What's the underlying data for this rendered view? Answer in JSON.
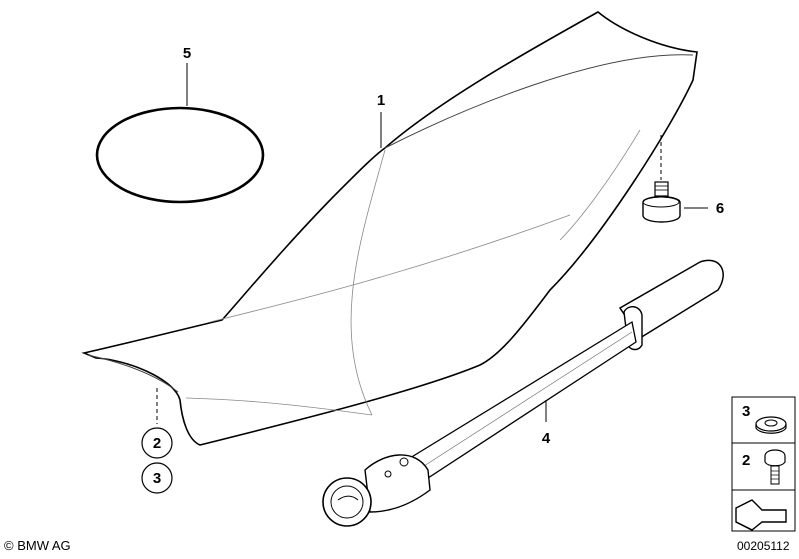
{
  "callouts": {
    "seat": "1",
    "screw": "2",
    "washer": "3",
    "pump": "4",
    "ring": "5",
    "buffer": "6"
  },
  "legend": {
    "washer_num": "3",
    "screw_num": "2"
  },
  "footer": {
    "copyright": "© BMW AG",
    "doc_number": "00205112"
  }
}
